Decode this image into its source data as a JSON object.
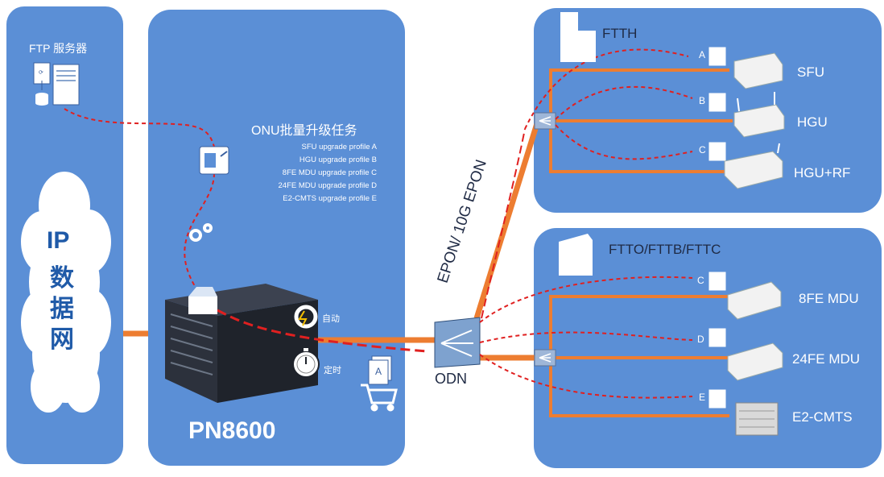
{
  "ftp_server": {
    "label": "FTP 服务器"
  },
  "ip_network": {
    "chars": [
      "IP",
      "数",
      "据",
      "网"
    ]
  },
  "olt": {
    "name": "PN8600",
    "task_title": "ONU批量升级任务",
    "profiles": [
      "SFU upgrade profile A",
      "HGU upgrade profile B",
      "8FE MDU upgrade profile C",
      "24FE MDU upgrade profile D",
      "E2-CMTS upgrade profile E"
    ],
    "auto_label": "自动",
    "timer_label": "定时",
    "file_badge": "A"
  },
  "odn": {
    "label": "ODN",
    "link_label": "EPON/ 10G EPON"
  },
  "ftth": {
    "title": "FTTH",
    "devices": [
      {
        "letter": "A",
        "name": "SFU"
      },
      {
        "letter": "B",
        "name": "HGU"
      },
      {
        "letter": "C",
        "name": "HGU+RF"
      }
    ]
  },
  "fttx": {
    "title": "FTTO/FTTB/FTTC",
    "devices": [
      {
        "letter": "C",
        "name": "8FE MDU"
      },
      {
        "letter": "D",
        "name": "24FE  MDU"
      },
      {
        "letter": "E",
        "name": "E2-CMTS"
      }
    ]
  },
  "colors": {
    "panel": "#5b8fd6",
    "fiber": "#ed7d31",
    "flow": "#e02020",
    "device": "#f2f2f2"
  }
}
